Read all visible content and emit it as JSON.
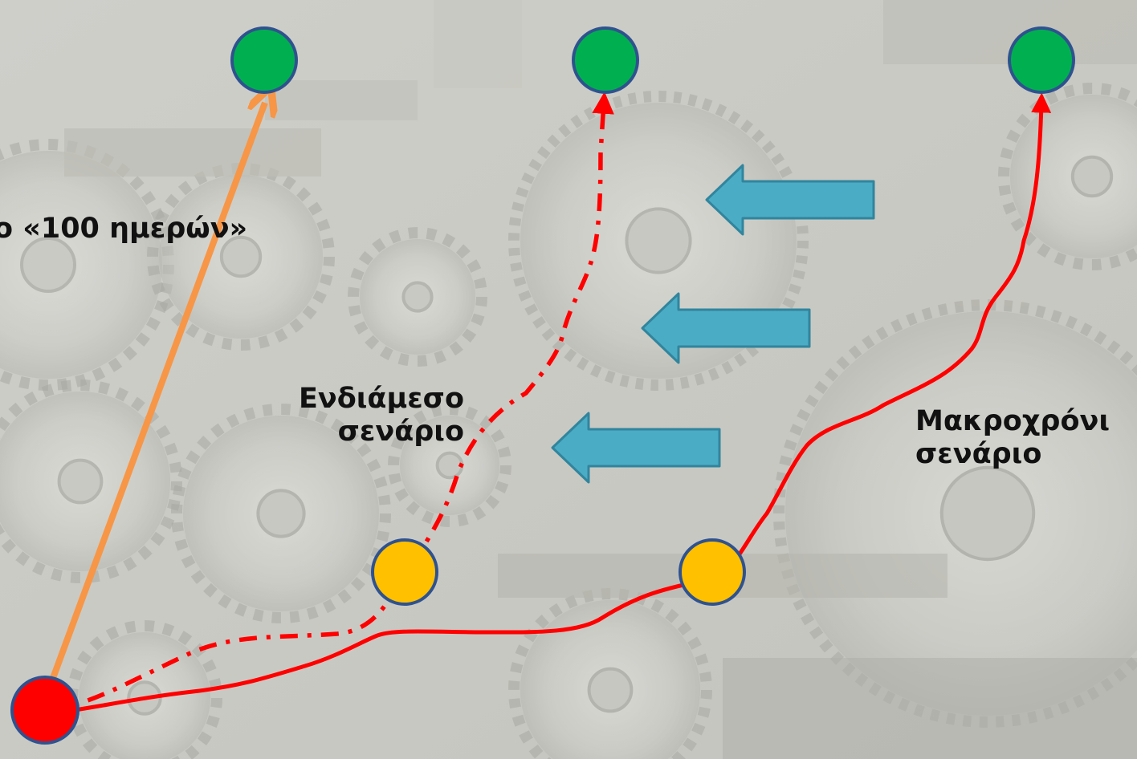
{
  "labels": {
    "short_term": "ο «100 ημερών»",
    "intermediate_line1": "Ενδιάμεσο",
    "intermediate_line2": "σενάριο",
    "long_term_line1": "Μακροχρόνι",
    "long_term_line2": "σενάριο"
  },
  "colors": {
    "start_node": "#ff0000",
    "milestone_node": "#ffc000",
    "goal_node": "#00b050",
    "node_stroke": "#2f528f",
    "short_path": "#f79646",
    "scenario_path": "#ff0000",
    "arrow_fill": "#4bacc6",
    "arrow_stroke": "#31859c"
  },
  "background_subject": "gear machinery photo (faded)"
}
